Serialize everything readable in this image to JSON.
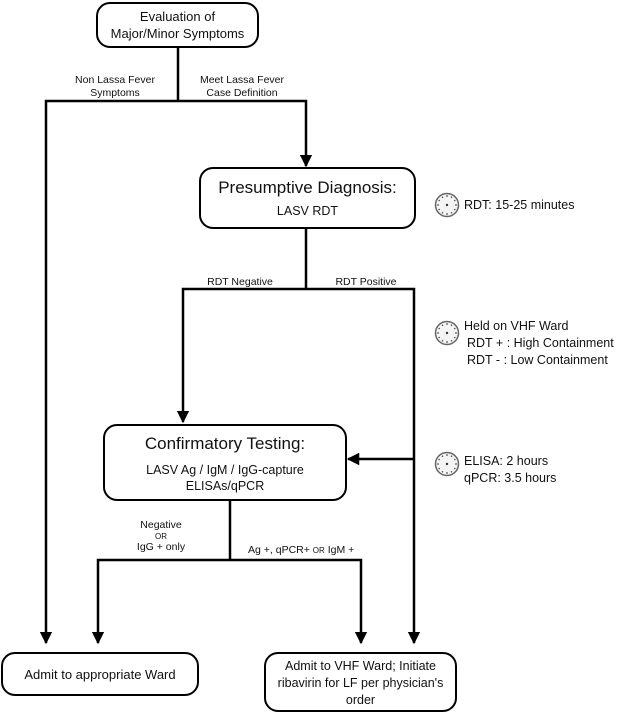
{
  "nodes": {
    "evaluation": {
      "line1": "Evaluation of",
      "line2": "Major/Minor Symptoms"
    },
    "presumptive": {
      "title": "Presumptive Diagnosis:",
      "sub": "LASV RDT"
    },
    "confirmatory": {
      "title": "Confirmatory Testing:",
      "line1": "LASV Ag / IgM / IgG-capture",
      "line2": "ELISAs/qPCR"
    },
    "admit_ward": {
      "text": "Admit to appropriate Ward"
    },
    "admit_vhf": {
      "line1": "Admit to VHF Ward; Initiate",
      "line2": "ribavirin for LF per physician's",
      "line3": "order"
    }
  },
  "edges": {
    "non_lassa": {
      "line1": "Non Lassa Fever",
      "line2": "Symptoms"
    },
    "meet_lassa": {
      "line1": "Meet Lassa Fever",
      "line2": "Case Definition"
    },
    "rdt_negative": "RDT Negative",
    "rdt_positive": "RDT Positive",
    "negative": {
      "line1": "Negative",
      "or": "OR",
      "line2": "IgG + only"
    },
    "positive": {
      "part1": "Ag +, qPCR+ ",
      "or": "OR",
      "part2": " IgM +"
    }
  },
  "timings": {
    "rdt": "RDT: 15-25 minutes",
    "held": {
      "title": "Held on VHF Ward",
      "line1": "RDT + : High Containment",
      "line2": "RDT - : Low Containment"
    },
    "elisa": {
      "line1": "ELISA: 2 hours",
      "line2": "qPCR: 3.5 hours"
    }
  },
  "icons": [
    "clock-icon",
    "clock-icon",
    "clock-icon"
  ]
}
